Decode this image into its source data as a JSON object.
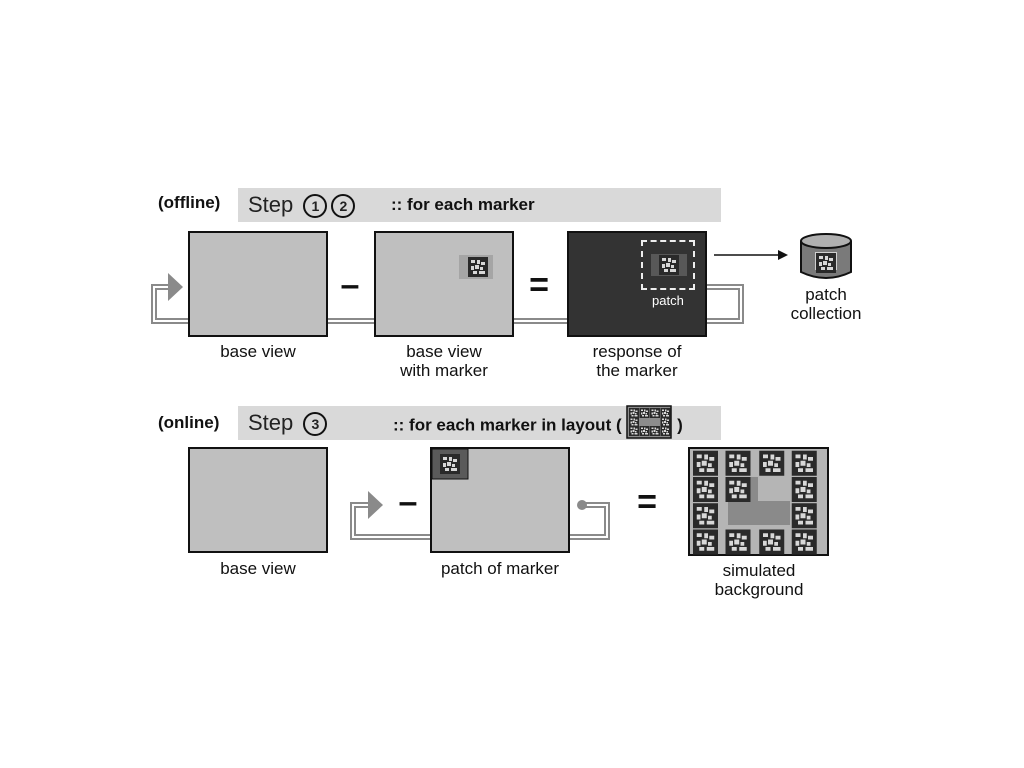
{
  "offline": {
    "mode_label": "(offline)",
    "step_word": "Step",
    "step_numbers": [
      "1",
      "2"
    ],
    "description": ":: for each marker",
    "captions": {
      "base_view": "base view",
      "base_with_marker_line1": "base view",
      "base_with_marker_line2": "with marker",
      "response_line1": "response of",
      "response_line2": "the marker",
      "patch_label": "patch",
      "collection_line1": "patch",
      "collection_line2": "collection"
    },
    "operators": {
      "minus": "–",
      "equals": "="
    }
  },
  "online": {
    "mode_label": "(online)",
    "step_word": "Step",
    "step_numbers": [
      "3"
    ],
    "description_prefix": ":: for each marker in layout (",
    "description_suffix": ")",
    "captions": {
      "base_view": "base view",
      "patch_of_marker": "patch of marker",
      "simulated_line1": "simulated",
      "simulated_line2": "background"
    },
    "operators": {
      "minus": "–",
      "equals": "="
    }
  }
}
